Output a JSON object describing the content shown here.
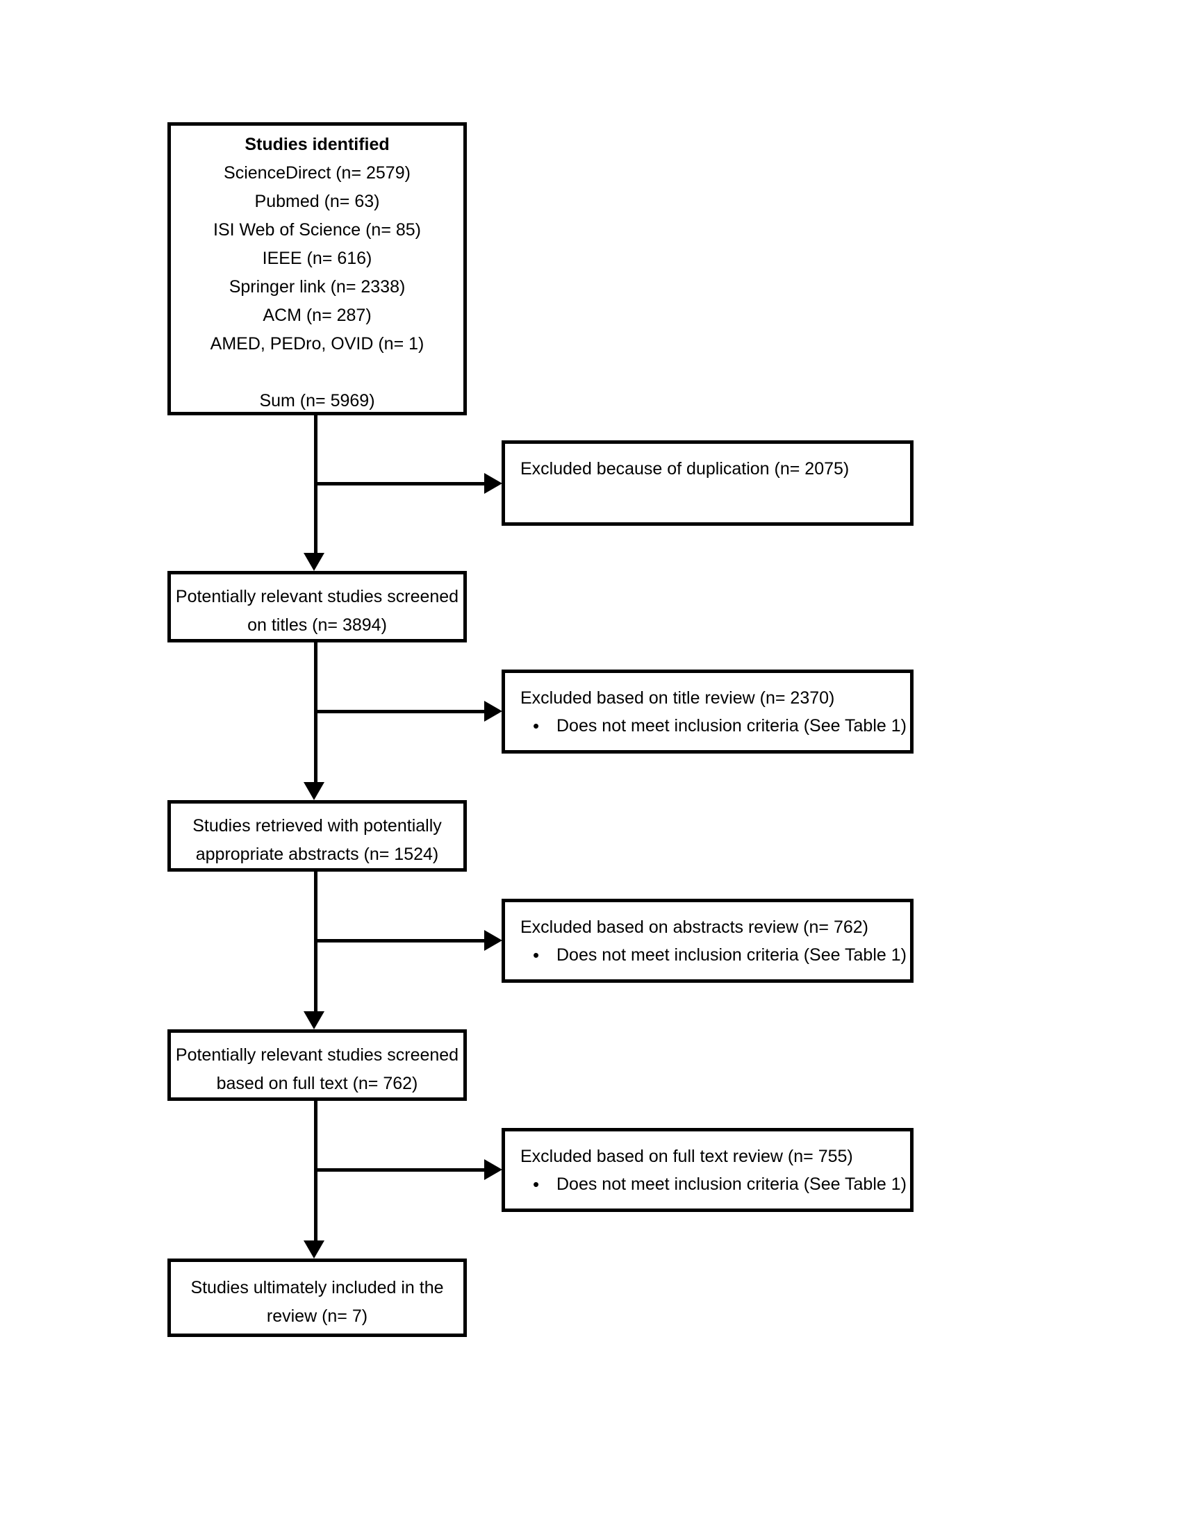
{
  "diagram": {
    "title": "PRISMA study selection flow diagram",
    "type": "flowchart",
    "stroke_color": "#000000",
    "background_color": "#ffffff"
  },
  "identification": {
    "heading": "Studies identified",
    "sources": [
      "ScienceDirect (n= 2579)",
      "Pubmed (n= 63)",
      "ISI Web of Science (n= 85)",
      "IEEE (n= 616)",
      "Springer link (n= 2338)",
      "ACM (n= 287)",
      "AMED, PEDro, OVID (n= 1)"
    ],
    "sum": "Sum (n= 5969)"
  },
  "stages": [
    {
      "id": "screened-titles",
      "line1": "Potentially relevant studies screened",
      "line2": "on titles (n= 3894)",
      "count": 3894
    },
    {
      "id": "retrieved-abstracts",
      "line1": "Studies retrieved with potentially",
      "line2": "appropriate abstracts (n= 1524)",
      "count": 1524
    },
    {
      "id": "screened-fulltext",
      "line1": "Potentially relevant studies screened",
      "line2": "based on full text (n= 762)",
      "count": 762
    },
    {
      "id": "included",
      "line1": "Studies ultimately included in the",
      "line2": "review (n= 7)",
      "count": 7
    }
  ],
  "exclusions": [
    {
      "id": "duplication",
      "heading": "Excluded because of duplication (n= 2075)",
      "count": 2075,
      "bullet": "",
      "bullet_glyph": ""
    },
    {
      "id": "title-review",
      "heading": "Excluded based on title review (n= 2370)",
      "count": 2370,
      "bullet": "Does not meet inclusion criteria (See Table 1)",
      "bullet_glyph": "•"
    },
    {
      "id": "abstracts-review",
      "heading": "Excluded based on abstracts review (n= 762)",
      "count": 762,
      "bullet": "Does not meet inclusion criteria (See Table 1)",
      "bullet_glyph": "•"
    },
    {
      "id": "fulltext-review",
      "heading": "Excluded based on full text review (n= 755)",
      "count": 755,
      "bullet": "Does not meet inclusion criteria (See Table 1)",
      "bullet_glyph": "•"
    }
  ]
}
